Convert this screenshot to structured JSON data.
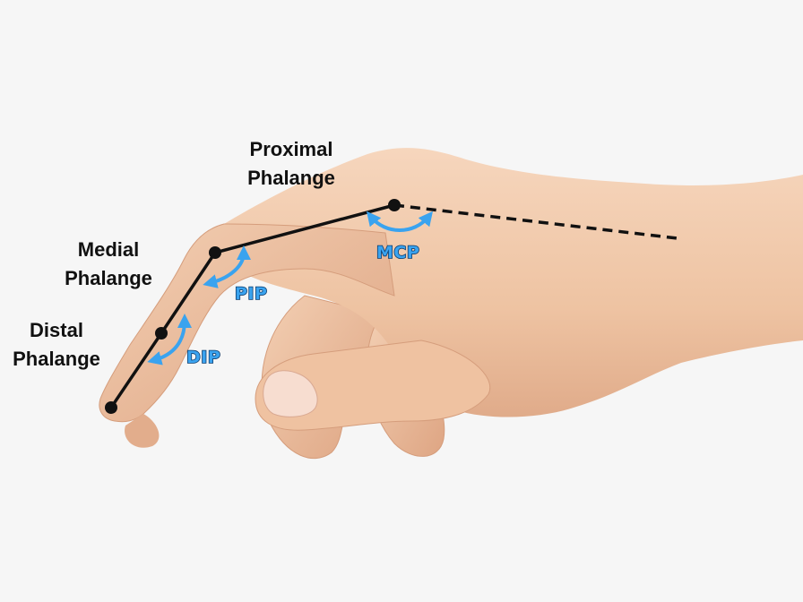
{
  "colors": {
    "background": "#f6f6f6",
    "skin": "#f2c9a9",
    "skin_shadow": "#dba786",
    "line": "#111111",
    "joint_arrow": "#3aa3ef",
    "joint_label_outline": "#0b3c6e"
  },
  "labels": {
    "proximal_line1": "Proximal",
    "proximal_line2": "Phalange",
    "medial_line1": "Medial",
    "medial_line2": "Phalange",
    "distal_line1": "Distal",
    "distal_line2": "Phalange"
  },
  "joints": {
    "mcp": "MCP",
    "pip": "PIP",
    "dip": "DIP"
  },
  "icons": {
    "mcp_arrow": "curved-double-arrow-icon",
    "pip_arrow": "curved-double-arrow-icon",
    "dip_arrow": "curved-double-arrow-icon"
  }
}
